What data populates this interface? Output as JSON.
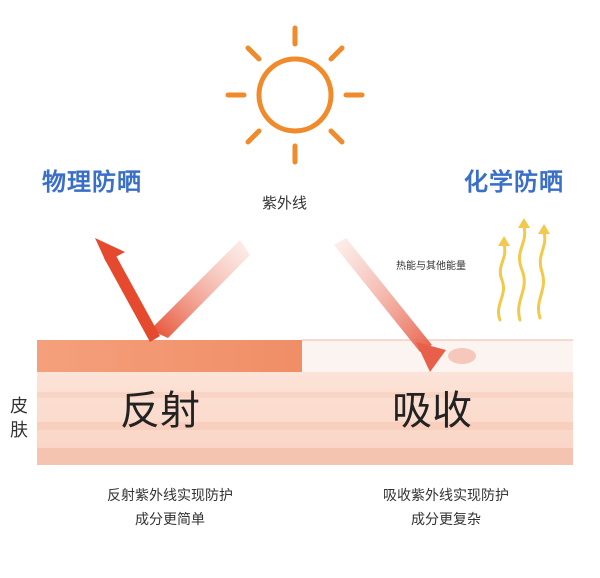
{
  "titles": {
    "physical": "物理防晒",
    "chemical": "化学防晒"
  },
  "labels": {
    "uv": "紫外线",
    "heat": "热能与其他能量",
    "skin_line1": "皮",
    "skin_line2": "肤",
    "reflect": "反射",
    "absorb": "吸收"
  },
  "captions": {
    "left_line1": "反射紫外线实现防护",
    "left_line2": "成分更简单",
    "right_line1": "吸收紫外线实现防护",
    "right_line2": "成分更复杂"
  },
  "colors": {
    "title_blue": "#3a6fc8",
    "sun_orange": "#f08a2a",
    "arrow_red": "#e64a2e",
    "skin_top": "#f29a72",
    "skin_mid": "#fde2d6",
    "heat_yellow": "#f2c94c"
  }
}
